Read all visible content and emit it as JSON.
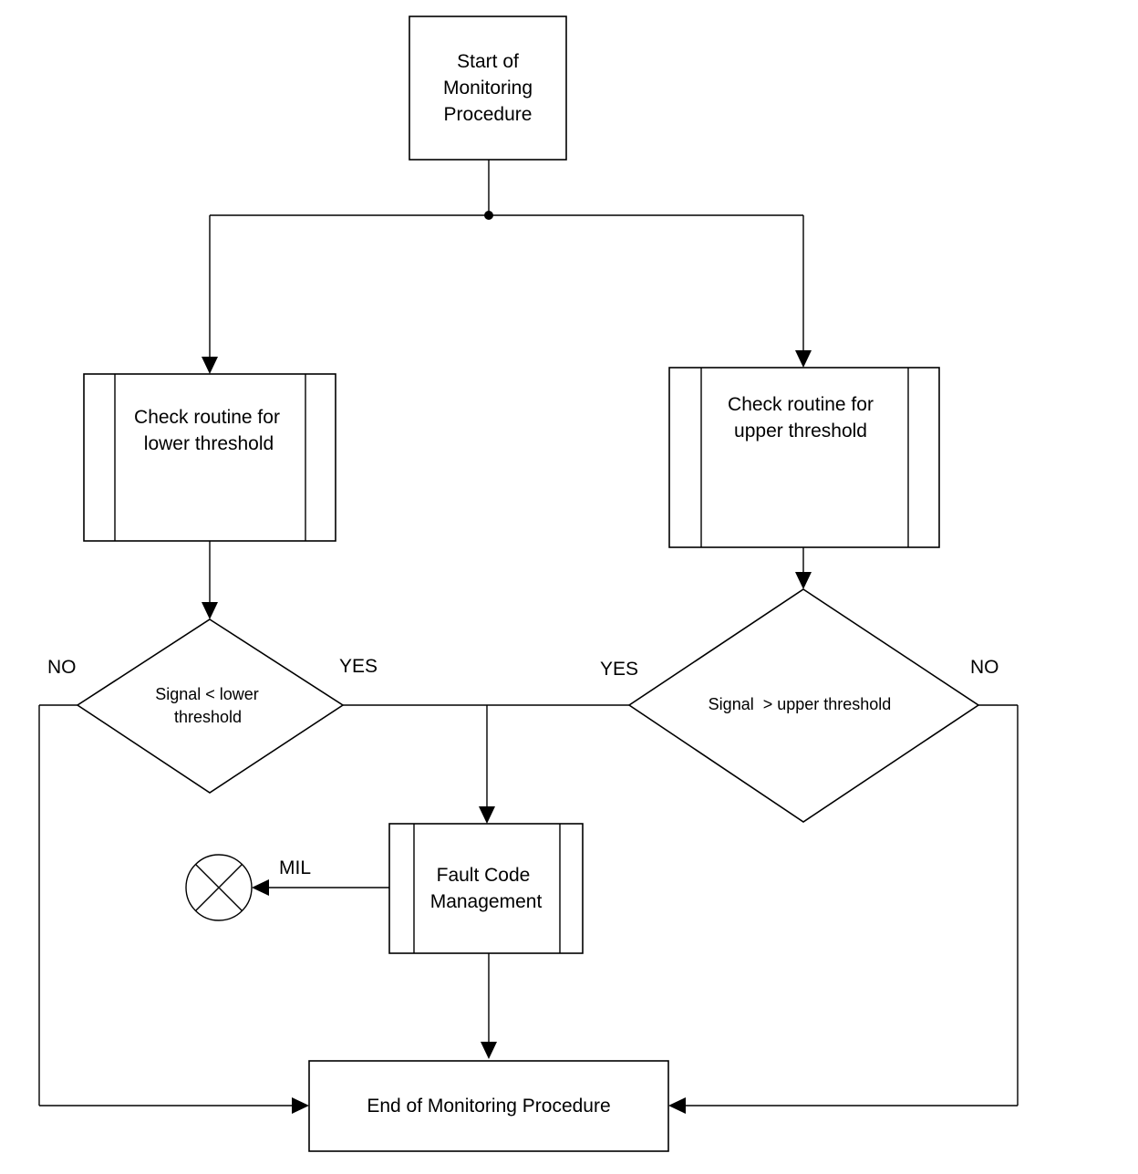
{
  "diagram": {
    "start": {
      "lines": [
        "Start of",
        "Monitoring",
        "Procedure"
      ]
    },
    "check_lower": {
      "lines": [
        "Check routine for",
        "lower threshold"
      ]
    },
    "check_upper": {
      "lines": [
        "Check routine for",
        "upper threshold"
      ]
    },
    "decision_lower": {
      "lines": [
        "Signal < lower",
        "threshold"
      ]
    },
    "decision_upper": {
      "lines": [
        "Signal  > upper threshold"
      ]
    },
    "fault": {
      "lines": [
        "Fault Code",
        "Management"
      ]
    },
    "end": {
      "lines": [
        "End of Monitoring Procedure"
      ]
    },
    "labels": {
      "no_left": "NO",
      "yes_left": "YES",
      "yes_right": "YES",
      "no_right": "NO",
      "mil": "MIL"
    },
    "mil_lamp_icon": "lamp-cross-icon"
  }
}
